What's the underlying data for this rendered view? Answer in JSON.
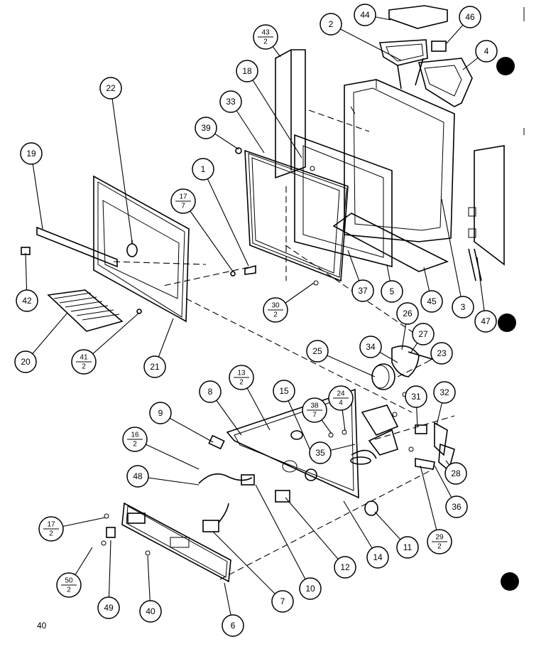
{
  "page_number": "40",
  "callouts": [
    {
      "id": "44"
    },
    {
      "id": "46"
    },
    {
      "id": "2"
    },
    {
      "id": "43",
      "qty": "2"
    },
    {
      "id": "4"
    },
    {
      "id": "18"
    },
    {
      "id": "22"
    },
    {
      "id": "33"
    },
    {
      "id": "39"
    },
    {
      "id": "19"
    },
    {
      "id": "1"
    },
    {
      "id": "17",
      "qty": "7"
    },
    {
      "id": "42"
    },
    {
      "id": "37"
    },
    {
      "id": "5"
    },
    {
      "id": "45"
    },
    {
      "id": "3"
    },
    {
      "id": "47"
    },
    {
      "id": "30",
      "qty": "2"
    },
    {
      "id": "20"
    },
    {
      "id": "41",
      "qty": "2"
    },
    {
      "id": "21"
    },
    {
      "id": "26"
    },
    {
      "id": "27"
    },
    {
      "id": "34"
    },
    {
      "id": "25"
    },
    {
      "id": "23"
    },
    {
      "id": "13",
      "qty": "2"
    },
    {
      "id": "15"
    },
    {
      "id": "8"
    },
    {
      "id": "24",
      "qty": "4"
    },
    {
      "id": "38",
      "qty": "7"
    },
    {
      "id": "31"
    },
    {
      "id": "32"
    },
    {
      "id": "9"
    },
    {
      "id": "16",
      "qty": "2"
    },
    {
      "id": "35"
    },
    {
      "id": "48"
    },
    {
      "id": "28"
    },
    {
      "id": "36"
    },
    {
      "id": "17",
      "qty": "2"
    },
    {
      "id": "29",
      "qty": "2"
    },
    {
      "id": "11"
    },
    {
      "id": "12"
    },
    {
      "id": "14"
    },
    {
      "id": "10"
    },
    {
      "id": "50",
      "qty": "2"
    },
    {
      "id": "49"
    },
    {
      "id": "40"
    },
    {
      "id": "7"
    },
    {
      "id": "6"
    }
  ]
}
